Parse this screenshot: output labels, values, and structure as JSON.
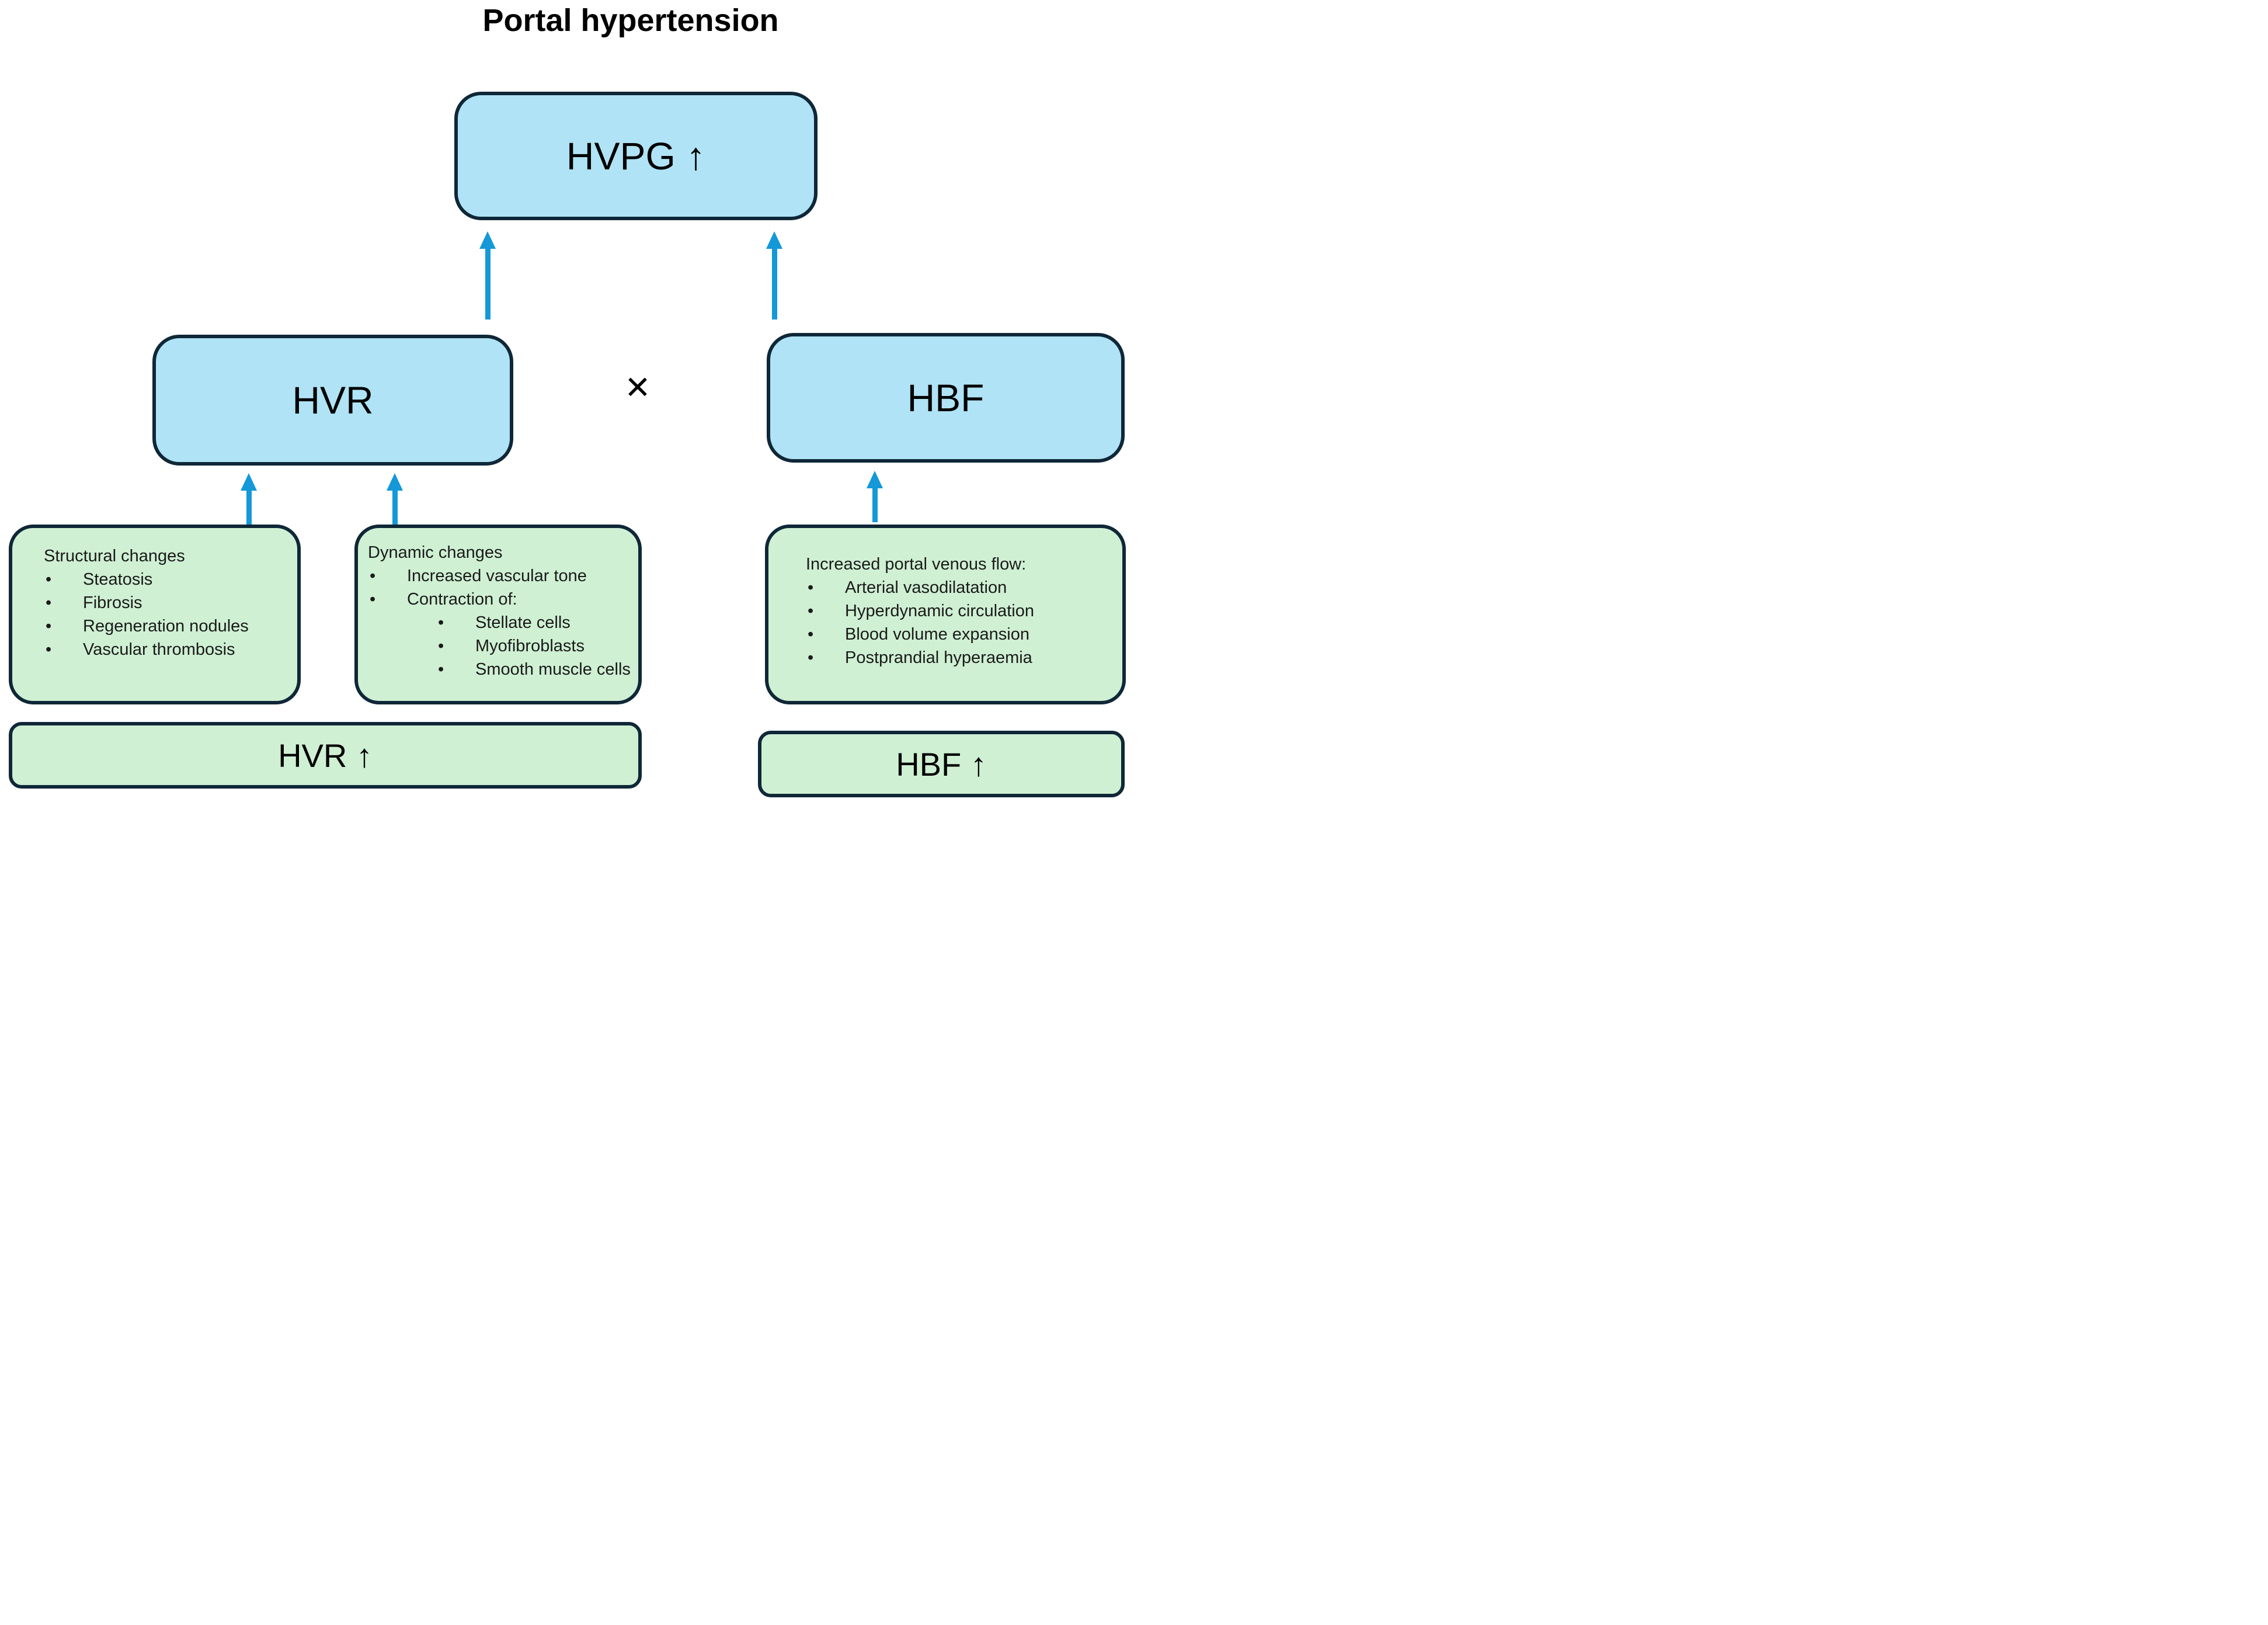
{
  "title": "Portal hypertension",
  "bullet_char": "•",
  "colors": {
    "box_border": "#0f2737",
    "blue_fill": "#afe3f5",
    "green_fill": "#cff0d3",
    "arrow_blue": "#1598d7",
    "text": "#111111"
  },
  "nodes": {
    "hvpg": {
      "label": "HVPG ↑"
    },
    "hvr": {
      "label": "HVR"
    },
    "hbf": {
      "label": "HBF"
    },
    "multiply_sign": "✕",
    "hvr_increase": {
      "label": "HVR ↑"
    },
    "hbf_increase": {
      "label": "HBF ↑"
    }
  },
  "panels": {
    "structural": {
      "heading": "Structural changes",
      "bullets": [
        "Steatosis",
        "Fibrosis",
        "Regeneration nodules",
        "Vascular thrombosis"
      ]
    },
    "dynamic": {
      "heading": "Dynamic changes",
      "bullets": [
        "Increased vascular tone",
        "Contraction of:"
      ],
      "sub_bullets": [
        "Stellate cells",
        "Myofibroblasts",
        "Smooth muscle cells"
      ]
    },
    "portal_flow": {
      "heading": "Increased portal venous flow:",
      "bullets": [
        "Arterial vasodilatation",
        "Hyperdynamic circulation",
        "Blood volume expansion",
        "Postprandial hyperaemia"
      ]
    }
  }
}
